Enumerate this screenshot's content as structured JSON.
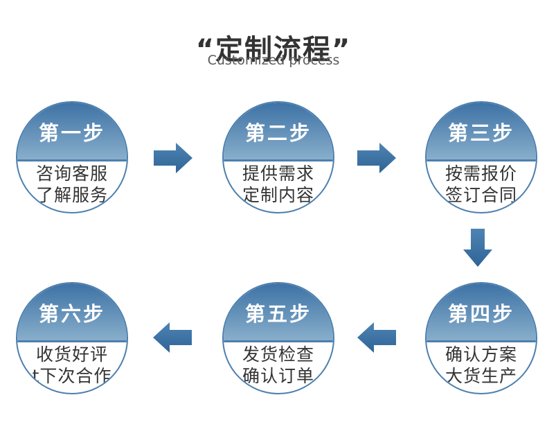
{
  "header": {
    "title": "“定制流程”",
    "subtitle": "Customized process"
  },
  "steps": [
    {
      "title": "第一步",
      "line1": "咨询客服",
      "line2": "了解服务"
    },
    {
      "title": "第二步",
      "line1": "提供需求",
      "line2": "定制内容"
    },
    {
      "title": "第三步",
      "line1": "按需报价",
      "line2": "签订合同"
    },
    {
      "title": "第四步",
      "line1": "确认方案",
      "line2": "大货生产"
    },
    {
      "title": "第五步",
      "line1": "发货检查",
      "line2": "确认订单"
    },
    {
      "title": "第六步",
      "line1": "收货好评",
      "line2": "t下次合作"
    }
  ],
  "flow": {
    "connectors": [
      "right",
      "right",
      "down",
      "left",
      "left"
    ],
    "order": [
      "第一步",
      "第二步",
      "第三步",
      "第四步",
      "第五步",
      "第六步"
    ]
  },
  "colors": {
    "circle_gradient_top": "#3d72a5",
    "circle_gradient_bottom": "#88aecb",
    "circle_border": "#4d7fae",
    "arrow_gradient_top": "#4e84b4",
    "arrow_gradient_bottom": "#2f6496",
    "step_title_text": "#ffffff",
    "body_text": "#333333",
    "title_text": "#333333",
    "subtitle_text": "#595959",
    "background": "#ffffff"
  }
}
